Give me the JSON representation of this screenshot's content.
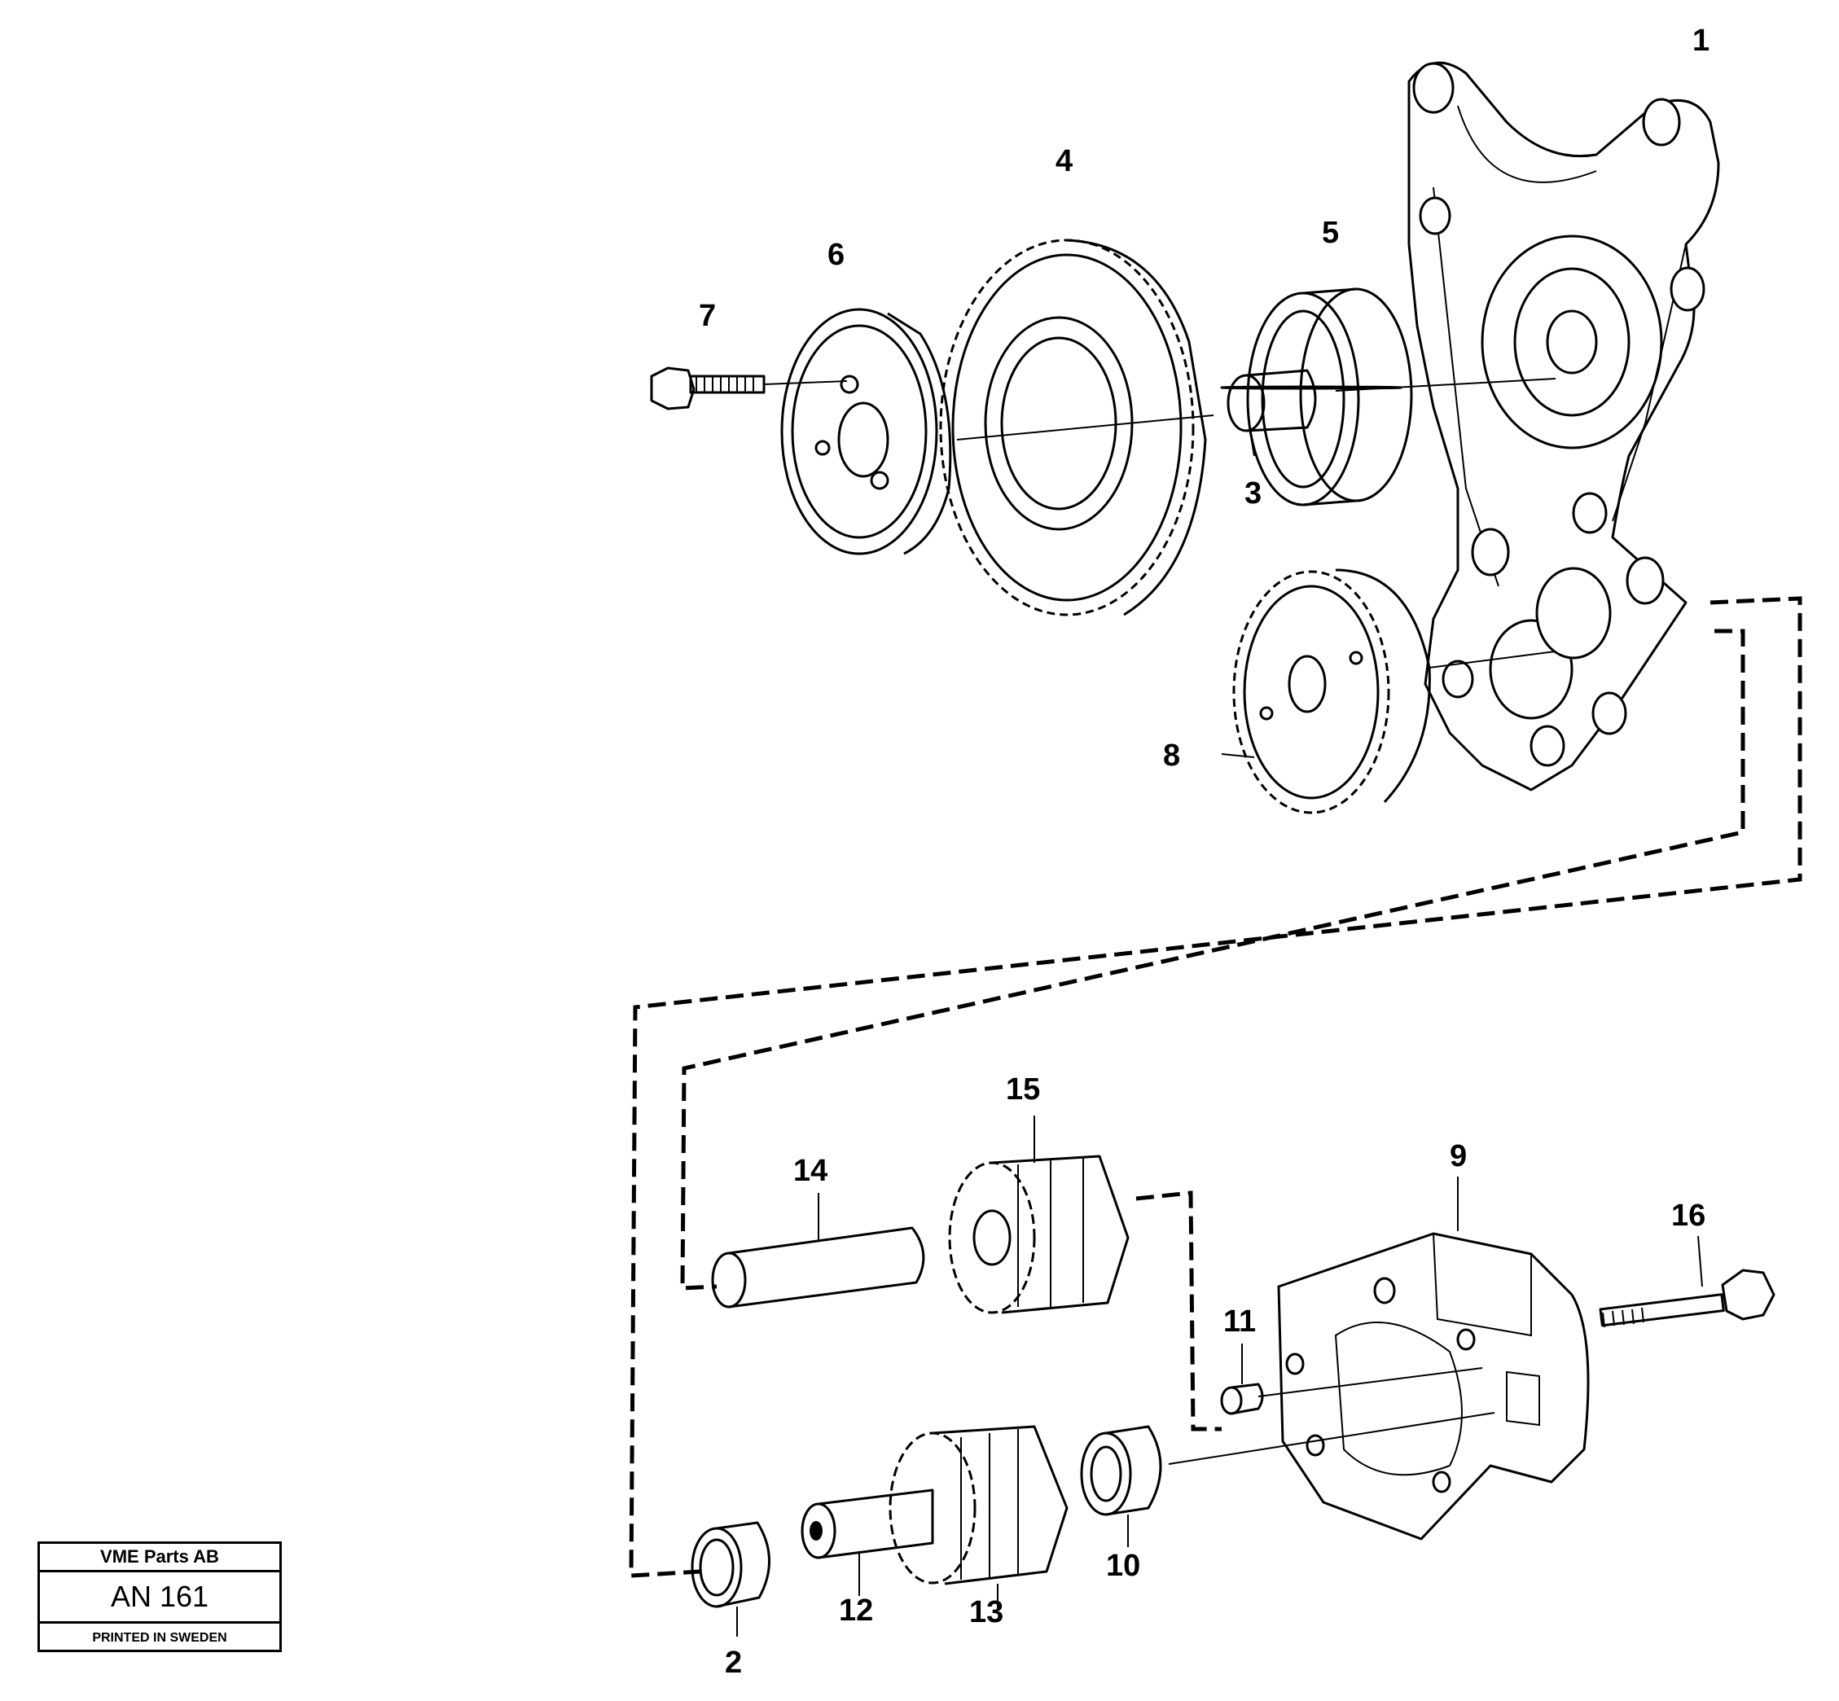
{
  "callouts": [
    "1",
    "2",
    "3",
    "4",
    "5",
    "6",
    "7",
    "8",
    "9",
    "10",
    "11",
    "12",
    "13",
    "14",
    "15",
    "16"
  ],
  "stamp": {
    "company": "VME Parts AB",
    "code": "AN 161",
    "printed": "PRINTED IN SWEDEN"
  },
  "parts": [
    {
      "id": "1",
      "icon": "pump-housing-icon"
    },
    {
      "id": "2",
      "icon": "bushing-icon"
    },
    {
      "id": "3",
      "icon": "shaft-icon"
    },
    {
      "id": "4",
      "icon": "large-gear-icon"
    },
    {
      "id": "5",
      "icon": "bearing-ring-icon"
    },
    {
      "id": "6",
      "icon": "flange-hub-icon"
    },
    {
      "id": "7",
      "icon": "bolt-icon"
    },
    {
      "id": "8",
      "icon": "drive-gear-icon"
    },
    {
      "id": "9",
      "icon": "pump-cover-icon"
    },
    {
      "id": "10",
      "icon": "bushing-icon"
    },
    {
      "id": "11",
      "icon": "dowel-pin-icon"
    },
    {
      "id": "12",
      "icon": "shaft-icon"
    },
    {
      "id": "13",
      "icon": "pump-gear-icon"
    },
    {
      "id": "14",
      "icon": "shaft-icon"
    },
    {
      "id": "15",
      "icon": "pump-gear-icon"
    },
    {
      "id": "16",
      "icon": "bolt-icon"
    }
  ]
}
